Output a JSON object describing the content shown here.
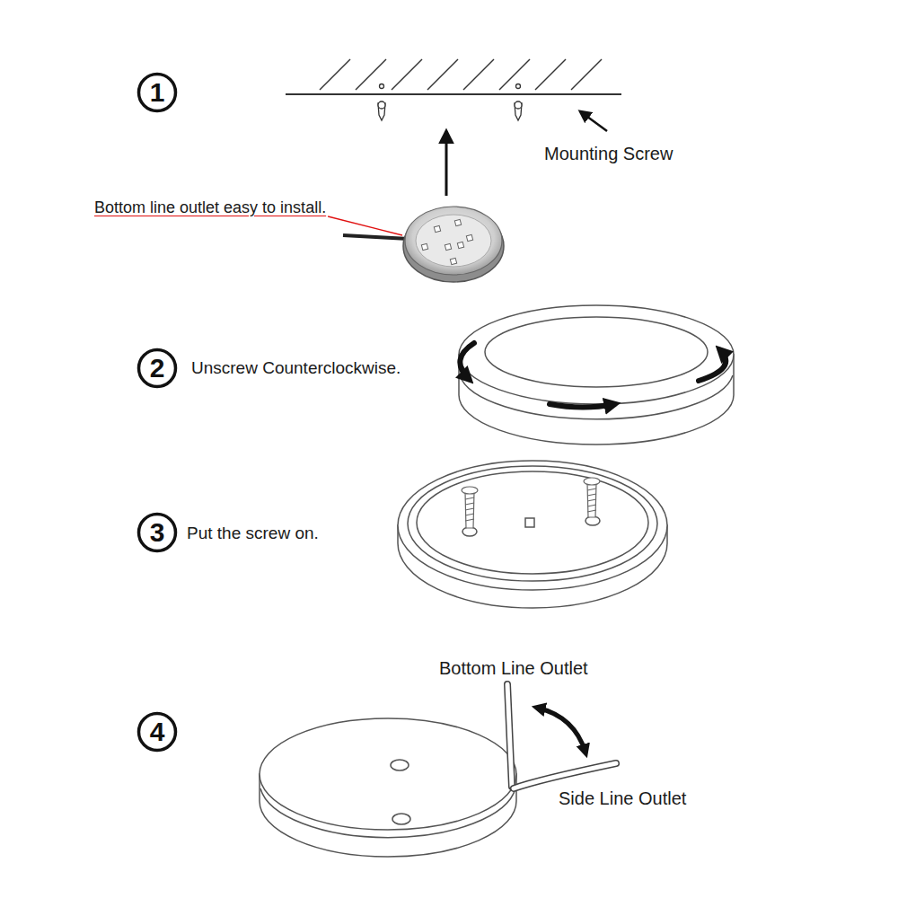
{
  "diagram": {
    "nodes": [
      {
        "text": [
          "1"
        ]
      },
      {
        "text": [
          "2"
        ]
      },
      {
        "text": [
          "3"
        ]
      },
      {
        "text": [
          "4"
        ]
      }
    ],
    "labels": [
      "Mounting Screw",
      "Bottom line outlet easy to install.",
      "Unscrew Counterclockwise.",
      "Put the screw on.",
      "Bottom Line Outlet",
      "Side Line Outlet"
    ]
  }
}
